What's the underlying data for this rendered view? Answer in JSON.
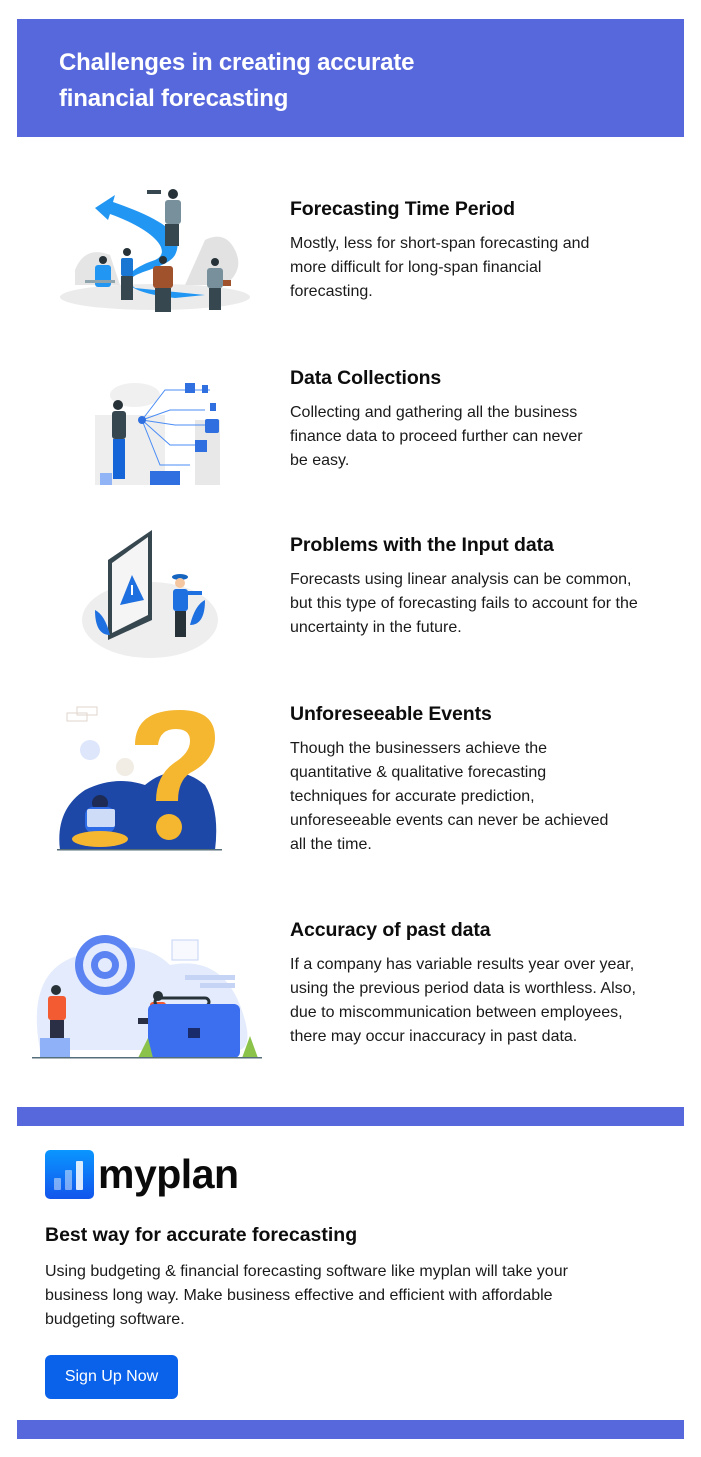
{
  "header": {
    "title": "Challenges in creating accurate financial forecasting",
    "background_color": "#5767dc"
  },
  "challenges": [
    {
      "title": "Forecasting Time Period",
      "description": "Mostly, less for short-span forecasting and more difficult for long-span financial forecasting.",
      "illustration": "business-team-roadmap-arrow-illustration"
    },
    {
      "title": "Data Collections",
      "description": "Collecting and gathering all the business finance data to proceed further can never be easy.",
      "illustration": "woman-data-network-illustration"
    },
    {
      "title": "Problems with the Input data",
      "description": "Forecasts using linear analysis can be common, but this type of forecasting fails to account for the uncertainty in the future.",
      "illustration": "tablet-warning-officer-illustration"
    },
    {
      "title": "Unforeseeable Events",
      "description": "Though the businessers achieve the quantitative & qualitative forecasting techniques for accurate prediction, unforeseeable events can never be achieved all the time.",
      "illustration": "question-mark-woman-laptop-illustration"
    },
    {
      "title": "Accuracy of past data",
      "description": "If a company has variable results year over year, using the previous period data is worthless. Also, due to miscommunication between employees, there may occur inaccuracy in past data.",
      "illustration": "target-briefcase-team-illustration"
    }
  ],
  "brand": {
    "name": "myplan",
    "logo_icon": "bar-chart-logo-icon"
  },
  "cta": {
    "title": "Best way for accurate forecasting",
    "description": "Using budgeting & financial forecasting software like myplan will take your business long way. Make business effective and efficient with affordable budgeting software.",
    "button_label": "Sign Up Now",
    "button_color": "#0b62ea"
  },
  "colors": {
    "accent": "#5767dc",
    "primary_blue": "#1f8cf0",
    "text": "#111111"
  }
}
